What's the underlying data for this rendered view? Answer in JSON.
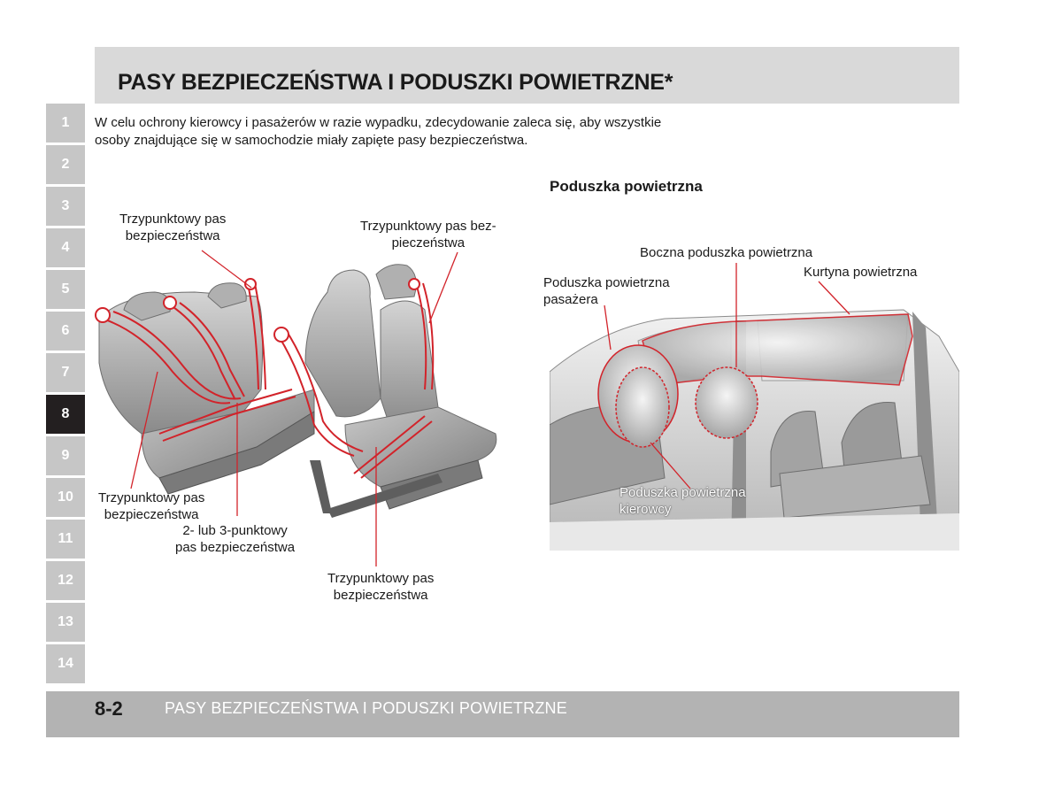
{
  "header": {
    "title": "PASY BEZPIECZEŃSTWA I PODUSZKI POWIETRZNE*"
  },
  "chapters": [
    {
      "label": "1",
      "active": false
    },
    {
      "label": "2",
      "active": false
    },
    {
      "label": "3",
      "active": false
    },
    {
      "label": "4",
      "active": false
    },
    {
      "label": "5",
      "active": false
    },
    {
      "label": "6",
      "active": false
    },
    {
      "label": "7",
      "active": false
    },
    {
      "label": "8",
      "active": true
    },
    {
      "label": "9",
      "active": false
    },
    {
      "label": "10",
      "active": false
    },
    {
      "label": "11",
      "active": false
    },
    {
      "label": "12",
      "active": false
    },
    {
      "label": "13",
      "active": false
    },
    {
      "label": "14",
      "active": false
    }
  ],
  "intro": {
    "line1": "W celu ochrony kierowcy i pasażerów w razie wypadku, zdecydowanie zaleca się, aby wszystkie",
    "line2": "osoby znajdujące się w samochodzie miały zapięte pasy bezpieczeństwa."
  },
  "seats": {
    "top_left": {
      "line1": "Trzypunktowy pas",
      "line2": "bezpieczeństwa"
    },
    "top_right": {
      "line1": "Trzypunktowy pas bez-",
      "line2": "pieczeństwa"
    },
    "bottom_left": {
      "line1": "Trzypunktowy pas",
      "line2": "bezpieczeństwa"
    },
    "middle": {
      "line1": "2- lub 3-punktowy",
      "line2": "pas bezpieczeństwa"
    },
    "bottom_right": {
      "line1": "Trzypunktowy pas",
      "line2": "bezpieczeństwa"
    }
  },
  "airbags": {
    "heading": "Poduszka powietrzna",
    "side": "Boczna poduszka powietrzna",
    "curtain": "Kurtyna powietrzna",
    "passenger": {
      "line1": "Poduszka powietrzna",
      "line2": "pasażera"
    },
    "driver": {
      "line1": "Poduszka powietrzna",
      "line2": "kierowcy"
    }
  },
  "footer": {
    "page": "8-2",
    "title": "PASY BEZPIECZEŃSTWA I PODUSZKI POWIETRZNE"
  },
  "colors": {
    "accent": "#d2232a",
    "header_bg": "#d9d9d9",
    "footer_bg": "#b3b3b3",
    "tab_bg": "#c6c6c6",
    "tab_active": "#231f20"
  }
}
